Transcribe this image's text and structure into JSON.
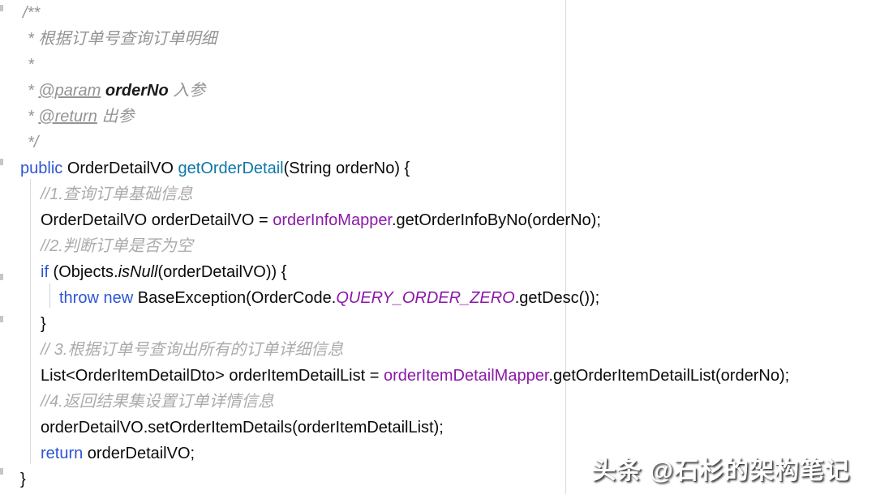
{
  "editor": {
    "colors": {
      "keyword": "#2e55d4",
      "method_decl": "#0e76a8",
      "field": "#8b18a8",
      "plain": "#0a0a0a",
      "javadoc": "#949494",
      "line_comment": "#ababab",
      "guide": "#d8d8d8",
      "indent_guide": "#dcdcdc"
    },
    "gutter_marks_y": [
      6,
      196,
      338,
      390,
      578
    ],
    "lines": [
      {
        "indent": 28,
        "seg": [
          {
            "t": "/**",
            "s": "doc"
          }
        ]
      },
      {
        "indent": 34,
        "seg": [
          {
            "t": "* 根据订单号查询订单明细",
            "s": "doc"
          }
        ]
      },
      {
        "indent": 34,
        "seg": [
          {
            "t": "*",
            "s": "doc"
          }
        ]
      },
      {
        "indent": 34,
        "seg": [
          {
            "t": "* ",
            "s": "doc"
          },
          {
            "t": "@param",
            "s": "doctag"
          },
          {
            "t": " ",
            "s": "doc"
          },
          {
            "t": "orderNo",
            "s": "docparam"
          },
          {
            "t": " 入参",
            "s": "doc"
          }
        ]
      },
      {
        "indent": 34,
        "seg": [
          {
            "t": "* ",
            "s": "doc"
          },
          {
            "t": "@return",
            "s": "doctag"
          },
          {
            "t": " 出参",
            "s": "doc"
          }
        ]
      },
      {
        "indent": 34,
        "seg": [
          {
            "t": "*/",
            "s": "doc"
          }
        ]
      },
      {
        "indent": 25,
        "seg": [
          {
            "t": "public",
            "s": "kw"
          },
          {
            "t": " OrderDetailVO ",
            "s": "plain"
          },
          {
            "t": "getOrderDetail",
            "s": "method"
          },
          {
            "t": "(String orderNo) {",
            "s": "plain"
          }
        ]
      },
      {
        "indent": 50,
        "seg": [
          {
            "t": "//1.查询订单基础信息",
            "s": "comment"
          }
        ]
      },
      {
        "indent": 50,
        "seg": [
          {
            "t": "OrderDetailVO orderDetailVO = ",
            "s": "plain"
          },
          {
            "t": "orderInfoMapper",
            "s": "field"
          },
          {
            "t": ".getOrderInfoByNo(orderNo);",
            "s": "plain"
          }
        ]
      },
      {
        "indent": 50,
        "seg": [
          {
            "t": "//2.判断订单是否为空",
            "s": "comment"
          }
        ]
      },
      {
        "indent": 50,
        "seg": [
          {
            "t": "if",
            "s": "kw"
          },
          {
            "t": " (Objects.",
            "s": "plain"
          },
          {
            "t": "isNull",
            "s": "italic"
          },
          {
            "t": "(orderDetailVO)) {",
            "s": "plain"
          }
        ]
      },
      {
        "indent": 73,
        "seg": [
          {
            "t": "throw",
            "s": "kw"
          },
          {
            "t": " ",
            "s": "plain"
          },
          {
            "t": "new",
            "s": "kw"
          },
          {
            "t": " BaseException(OrderCode.",
            "s": "plain"
          },
          {
            "t": "QUERY_ORDER_ZERO",
            "s": "fielditalic"
          },
          {
            "t": ".getDesc());",
            "s": "plain"
          }
        ]
      },
      {
        "indent": 50,
        "seg": [
          {
            "t": "}",
            "s": "plain"
          }
        ]
      },
      {
        "indent": 50,
        "seg": [
          {
            "t": "// 3.根据订单号查询出所有的订单详细信息",
            "s": "comment"
          }
        ]
      },
      {
        "indent": 50,
        "seg": [
          {
            "t": "List<OrderItemDetailDto> orderItemDetailList = ",
            "s": "plain"
          },
          {
            "t": "orderItemDetailMapper",
            "s": "field"
          },
          {
            "t": ".getOrderItemDetailList(orderNo);",
            "s": "plain"
          }
        ]
      },
      {
        "indent": 50,
        "seg": [
          {
            "t": "//4.返回结果集设置订单详情信息",
            "s": "comment"
          }
        ]
      },
      {
        "indent": 50,
        "seg": [
          {
            "t": "orderDetailVO.setOrderItemDetails(orderItemDetailList);",
            "s": "plain"
          }
        ]
      },
      {
        "indent": 50,
        "seg": [
          {
            "t": "return",
            "s": "kw"
          },
          {
            "t": " orderDetailVO;",
            "s": "plain"
          }
        ]
      },
      {
        "indent": 25,
        "seg": [
          {
            "t": "}",
            "s": "plain"
          }
        ]
      }
    ]
  },
  "watermark": {
    "text": "头条 @石杉的架构笔记"
  }
}
